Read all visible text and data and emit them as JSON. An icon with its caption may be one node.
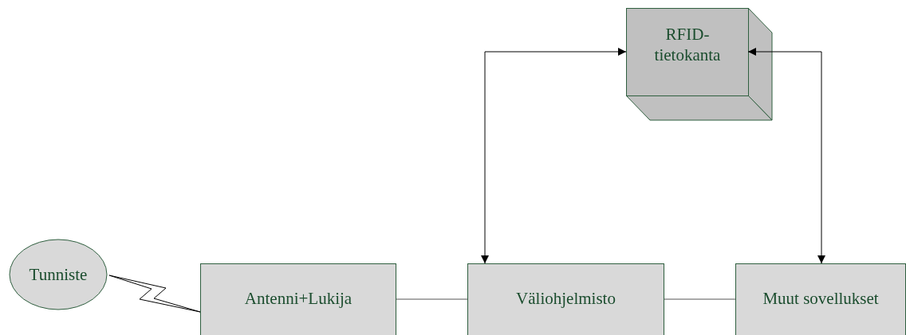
{
  "diagram": {
    "nodes": [
      {
        "text": [
          "Tunniste"
        ]
      },
      {
        "text": [
          "Antenni+Lukija"
        ]
      },
      {
        "text": [
          "Väliohjelmisto"
        ]
      },
      {
        "text": [
          "Muut sovellukset"
        ]
      },
      {
        "text": [
          "RFID- tietokanta"
        ]
      }
    ],
    "edges": [
      {
        "from": 0,
        "to": 1,
        "arrow": "none"
      },
      {
        "from": 1,
        "to": 2,
        "arrow": "none"
      },
      {
        "from": 2,
        "to": 3,
        "arrow": "none"
      },
      {
        "from": 2,
        "to": 4,
        "arrow": "both"
      },
      {
        "from": 3,
        "to": 4,
        "arrow": "both"
      }
    ]
  }
}
